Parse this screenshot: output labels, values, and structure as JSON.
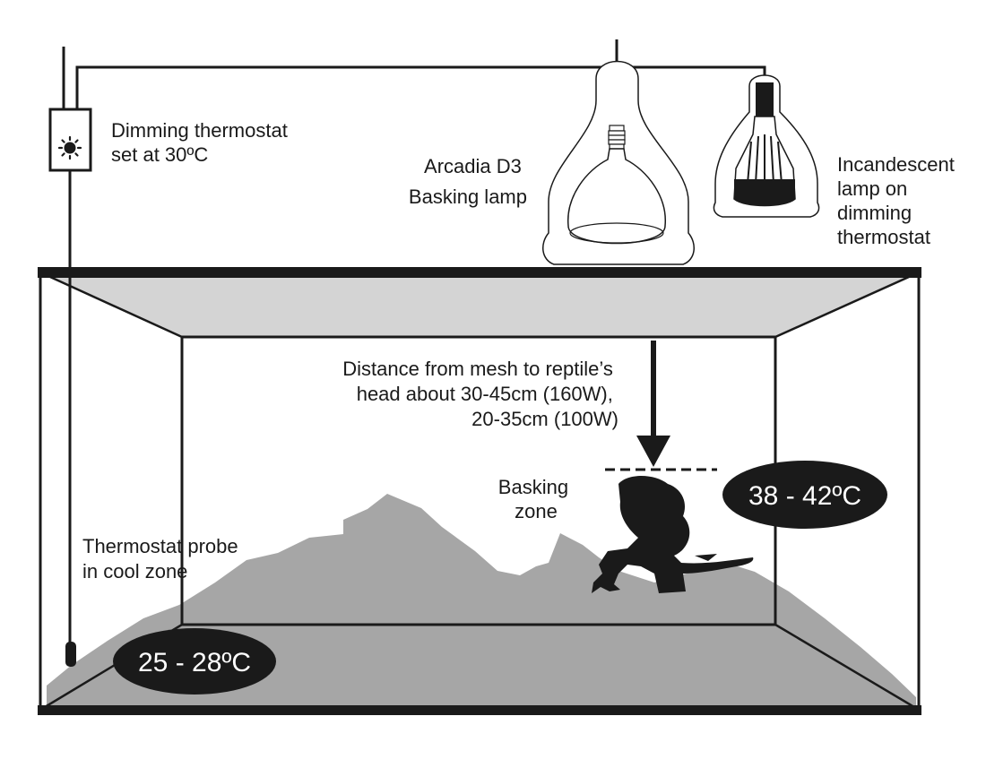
{
  "labels": {
    "thermostat": [
      "Dimming thermostat",
      "set at 30ºC"
    ],
    "d3_lamp": [
      "Arcadia D3",
      "Basking lamp"
    ],
    "incandescent": [
      "Incandescent",
      "lamp on",
      "dimming",
      "thermostat"
    ],
    "distance": [
      "Distance from mesh to reptile’s",
      "head about 30-45cm (160W),",
      "20-35cm (100W)"
    ],
    "basking_zone": [
      "Basking",
      "zone"
    ],
    "probe": [
      "Thermostat probe",
      "in cool zone"
    ]
  },
  "temperatures": {
    "hot": "38 - 42ºC",
    "cool": "25 - 28ºC"
  },
  "colors": {
    "line": "#1a1a1a",
    "ground": "#a6a6a6",
    "mesh": "#d4d4d4",
    "floor": "#a8a8a8"
  }
}
